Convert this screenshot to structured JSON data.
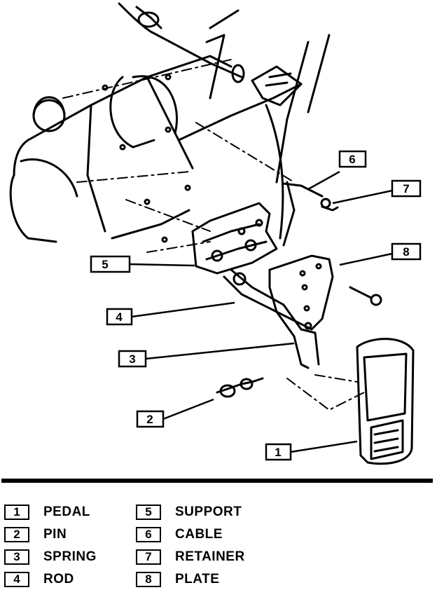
{
  "callouts": [
    {
      "num": "1",
      "label": "PEDAL"
    },
    {
      "num": "2",
      "label": "PIN"
    },
    {
      "num": "3",
      "label": "SPRING"
    },
    {
      "num": "4",
      "label": "ROD"
    },
    {
      "num": "5",
      "label": "SUPPORT"
    },
    {
      "num": "6",
      "label": "CABLE"
    },
    {
      "num": "7",
      "label": "RETAINER"
    },
    {
      "num": "8",
      "label": "PLATE"
    }
  ]
}
